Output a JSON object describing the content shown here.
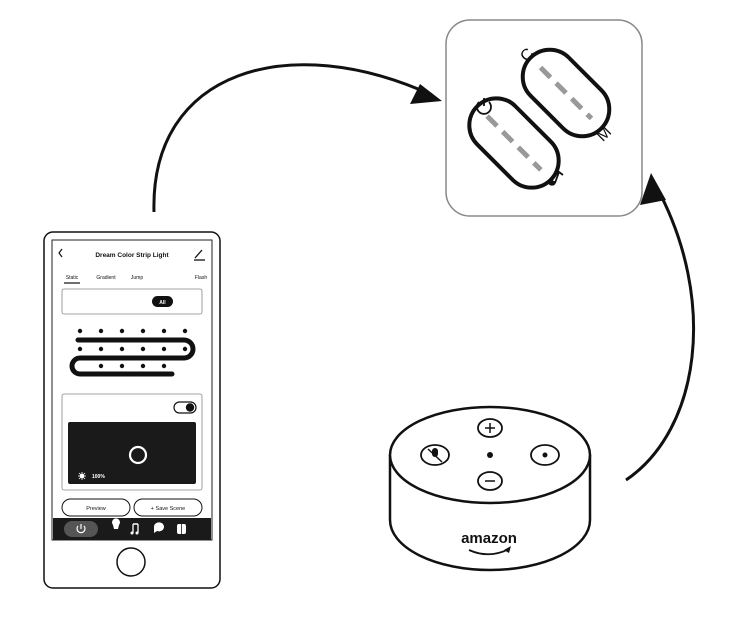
{
  "app": {
    "title": "Dream Color Strip Light",
    "tabs": [
      {
        "label": "Static"
      },
      {
        "label": "Gradient"
      },
      {
        "label": "Jump"
      },
      {
        "label": "Flash"
      }
    ],
    "all_button": "All",
    "brightness": "100%",
    "preview_button": "Preview",
    "save_scene_button": "+ Save Scene"
  },
  "speaker": {
    "brand": "amazon"
  },
  "remote": {
    "buttons": [
      {
        "label": "C"
      },
      {
        "label": "M"
      }
    ]
  },
  "colors": {
    "line": "#111111",
    "background": "#ffffff",
    "panel": "#1a1a1a",
    "remote_gray": "#9a9a9a"
  }
}
